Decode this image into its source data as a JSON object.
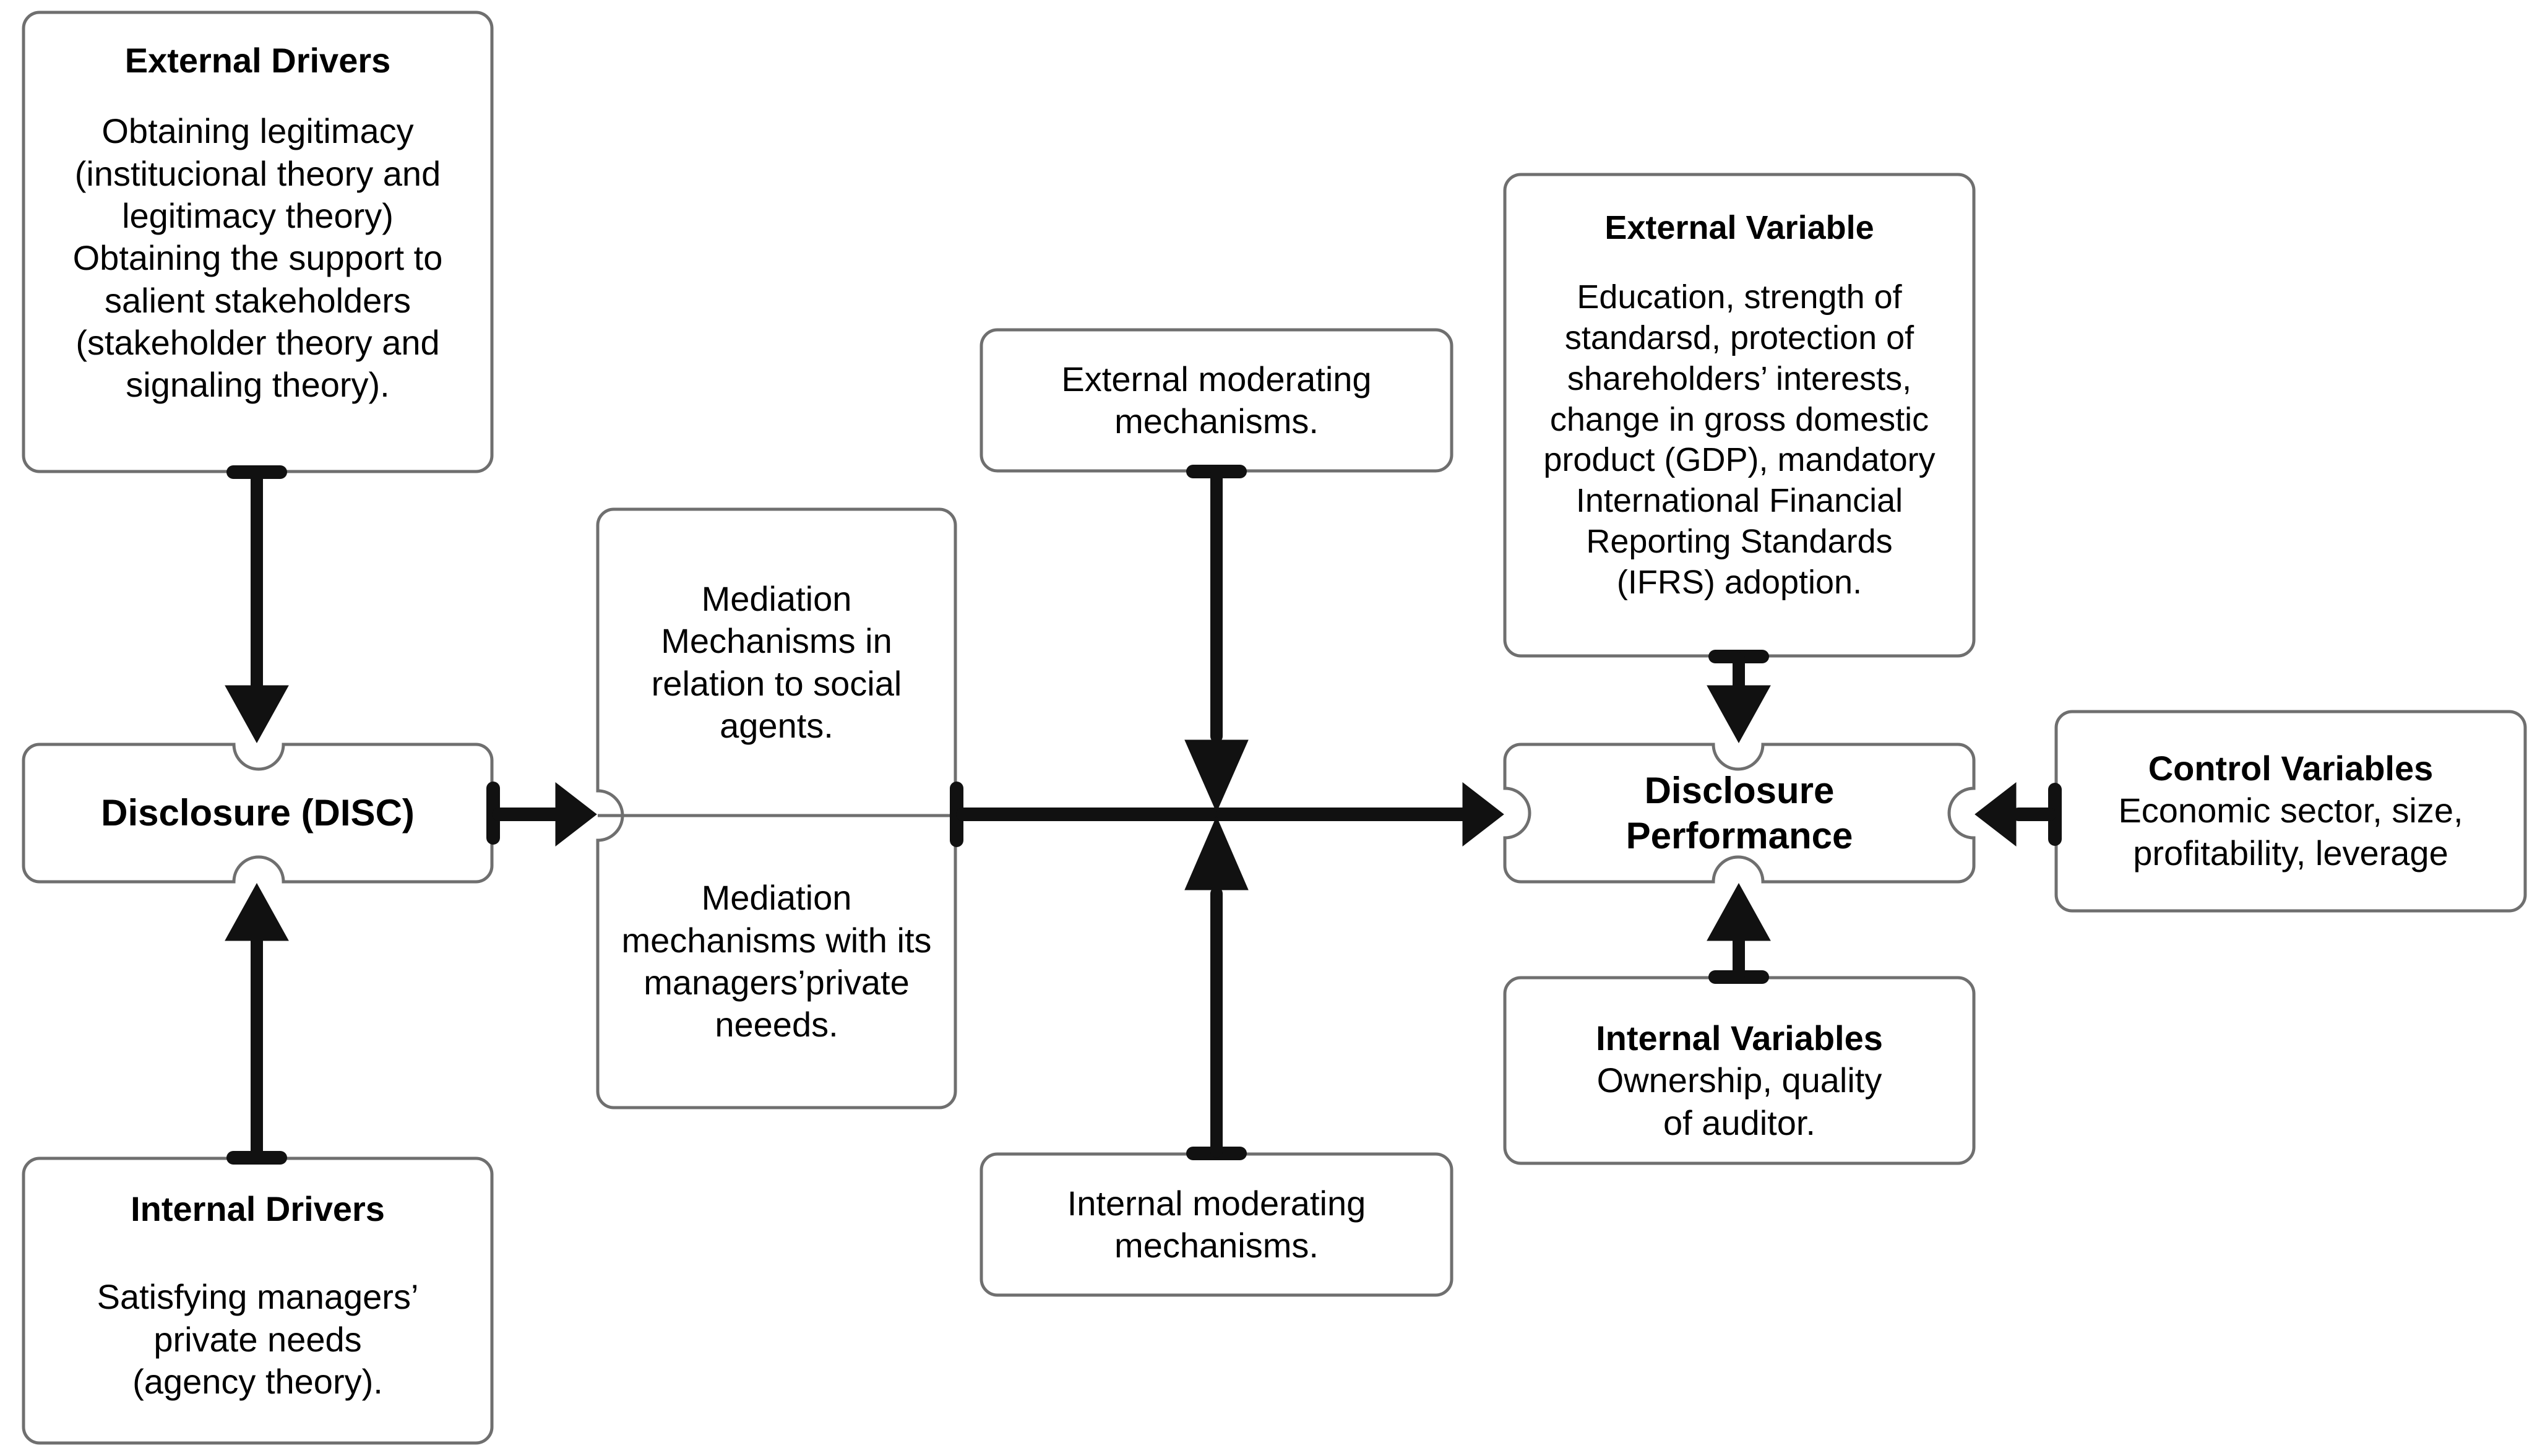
{
  "diagram": {
    "title": "Disclosure drivers, mediation, moderation and performance framework",
    "stroke_color": "#000000",
    "box_border_color": "#6f6f6f",
    "background_color": "#ffffff"
  },
  "nodes": {
    "external_drivers": {
      "title": "External Drivers",
      "body": "Obtaining legitimacy\n(institucional  theory and\nlegitimacy theory)\nObtaining the support to\nsalient stakeholders\n(stakeholder theory and\nsignaling theory)."
    },
    "disclosure_disc": {
      "title": "Disclosure (DISC)",
      "body": ""
    },
    "internal_drivers": {
      "title": "Internal Drivers",
      "body": "Satisfying managers’\nprivate needs\n(agency theory)."
    },
    "mediation_top": {
      "title": "",
      "body": "Mediation\nMechanisms in\nrelation to social\nagents."
    },
    "mediation_bottom": {
      "title": "",
      "body": "Mediation\nmechanisms with its\nmanagers’private\nneeeds."
    },
    "external_moderating": {
      "title": "",
      "body": "External moderating\nmechanisms."
    },
    "internal_moderating": {
      "title": "",
      "body": "Internal moderating\nmechanisms."
    },
    "external_variable": {
      "title": "External Variable",
      "body": "Education, strength of\nstandarsd, protection of\nshareholders’ interests,\nchange in gross domestic\nproduct (GDP), mandatory\nInternational Financial\nReporting Standards\n(IFRS) adoption."
    },
    "disclosure_performance": {
      "title": "Disclosure\nPerformance",
      "body": ""
    },
    "internal_variables": {
      "title": "Internal Variables",
      "body": "Ownership, quality\nof auditor."
    },
    "control_variables": {
      "title": "Control Variables",
      "body": "Economic sector, size,\nprofitability, leverage"
    }
  },
  "edges": [
    {
      "name": "external-drivers-to-disclosure",
      "from": "external_drivers",
      "to": "disclosure_disc",
      "direction": "down",
      "style": "solid-arrow"
    },
    {
      "name": "internal-drivers-to-disclosure",
      "from": "internal_drivers",
      "to": "disclosure_disc",
      "direction": "up",
      "style": "solid-arrow"
    },
    {
      "name": "disclosure-to-mediation",
      "from": "disclosure_disc",
      "to": "mediation",
      "direction": "right",
      "style": "solid-arrow"
    },
    {
      "name": "mediation-to-disclosure-performance",
      "from": "mediation",
      "to": "disclosure_performance",
      "direction": "right",
      "style": "solid-arrow"
    },
    {
      "name": "external-moderating-to-path",
      "from": "external_moderating",
      "to": "mediation-performance-path",
      "direction": "down",
      "style": "moderator-arrow"
    },
    {
      "name": "internal-moderating-to-path",
      "from": "internal_moderating",
      "to": "mediation-performance-path",
      "direction": "up",
      "style": "moderator-arrow"
    },
    {
      "name": "external-variable-to-disclosure-performance",
      "from": "external_variable",
      "to": "disclosure_performance",
      "direction": "down",
      "style": "solid-arrow"
    },
    {
      "name": "internal-variables-to-disclosure-performance",
      "from": "internal_variables",
      "to": "disclosure_performance",
      "direction": "up",
      "style": "solid-arrow"
    },
    {
      "name": "control-variables-to-disclosure-performance",
      "from": "control_variables",
      "to": "disclosure_performance",
      "direction": "left",
      "style": "solid-arrow"
    }
  ]
}
